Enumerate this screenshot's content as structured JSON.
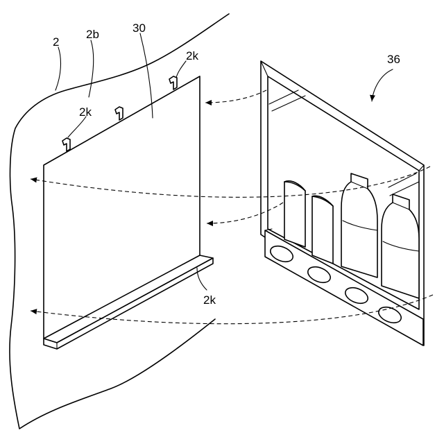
{
  "labels": {
    "wall": "2",
    "wall_face": "2b",
    "panel": "30",
    "hook_top_right": "2k",
    "hook_top_left": "2k",
    "shelf": "2k",
    "display_unit": "36"
  }
}
